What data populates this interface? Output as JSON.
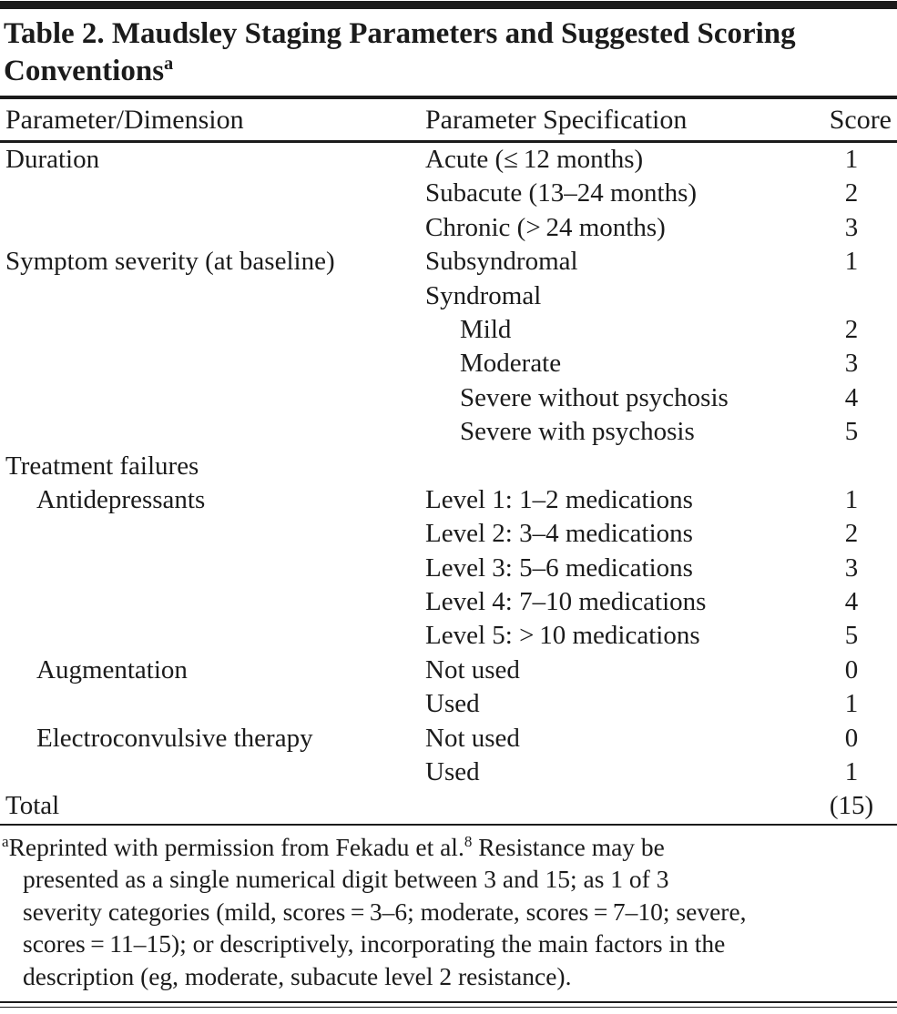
{
  "title": {
    "text": "Table 2. Maudsley Staging Parameters and Suggested Scoring Conventions",
    "sup": "a"
  },
  "table": {
    "headers": [
      "Parameter/Dimension",
      "Parameter Specification",
      "Score"
    ],
    "rows": [
      {
        "param": "Duration",
        "spec": "Acute (≤ 12 months)",
        "score": "1"
      },
      {
        "param": "",
        "spec": "Subacute (13–24 months)",
        "score": "2"
      },
      {
        "param": "",
        "spec": "Chronic (> 24 months)",
        "score": "3"
      },
      {
        "param": "Symptom severity (at baseline)",
        "spec": "Subsyndromal",
        "score": "1"
      },
      {
        "param": "",
        "spec": "Syndromal",
        "score": ""
      },
      {
        "param": "",
        "spec": "Mild",
        "score": "2"
      },
      {
        "param": "",
        "spec": "Moderate",
        "score": "3"
      },
      {
        "param": "",
        "spec": "Severe without psychosis",
        "score": "4"
      },
      {
        "param": "",
        "spec": "Severe with psychosis",
        "score": "5"
      },
      {
        "param": "Treatment failures",
        "spec": "",
        "score": ""
      },
      {
        "param": "Antidepressants",
        "spec": "Level 1: 1–2 medications",
        "score": "1"
      },
      {
        "param": "",
        "spec": "Level 2: 3–4 medications",
        "score": "2"
      },
      {
        "param": "",
        "spec": "Level 3: 5–6 medications",
        "score": "3"
      },
      {
        "param": "",
        "spec": "Level 4: 7–10 medications",
        "score": "4"
      },
      {
        "param": "",
        "spec": "Level 5: > 10 medications",
        "score": "5"
      },
      {
        "param": "Augmentation",
        "spec": "Not used",
        "score": "0"
      },
      {
        "param": "",
        "spec": "Used",
        "score": "1"
      },
      {
        "param": "Electroconvulsive therapy",
        "spec": "Not used",
        "score": "0"
      },
      {
        "param": "",
        "spec": "Used",
        "score": "1"
      },
      {
        "param": "Total",
        "spec": "",
        "score": "(15)"
      }
    ]
  },
  "footnote": {
    "marker": "a",
    "line1_pre": "Reprinted with permission from Fekadu et al.",
    "line1_sup": "8",
    "line1_post": " Resistance may be",
    "lines": [
      "presented as a single numerical digit between 3 and 15; as 1 of 3",
      "severity categories (mild, scores = 3–6; moderate, scores = 7–10; severe,",
      "scores = 11–15); or descriptively, incorporating the main factors in the",
      "description (eg, moderate, subacute level 2 resistance)."
    ]
  },
  "colors": {
    "text": "#1b1b1b",
    "rule": "#1b1b1b",
    "background": "#ffffff"
  }
}
